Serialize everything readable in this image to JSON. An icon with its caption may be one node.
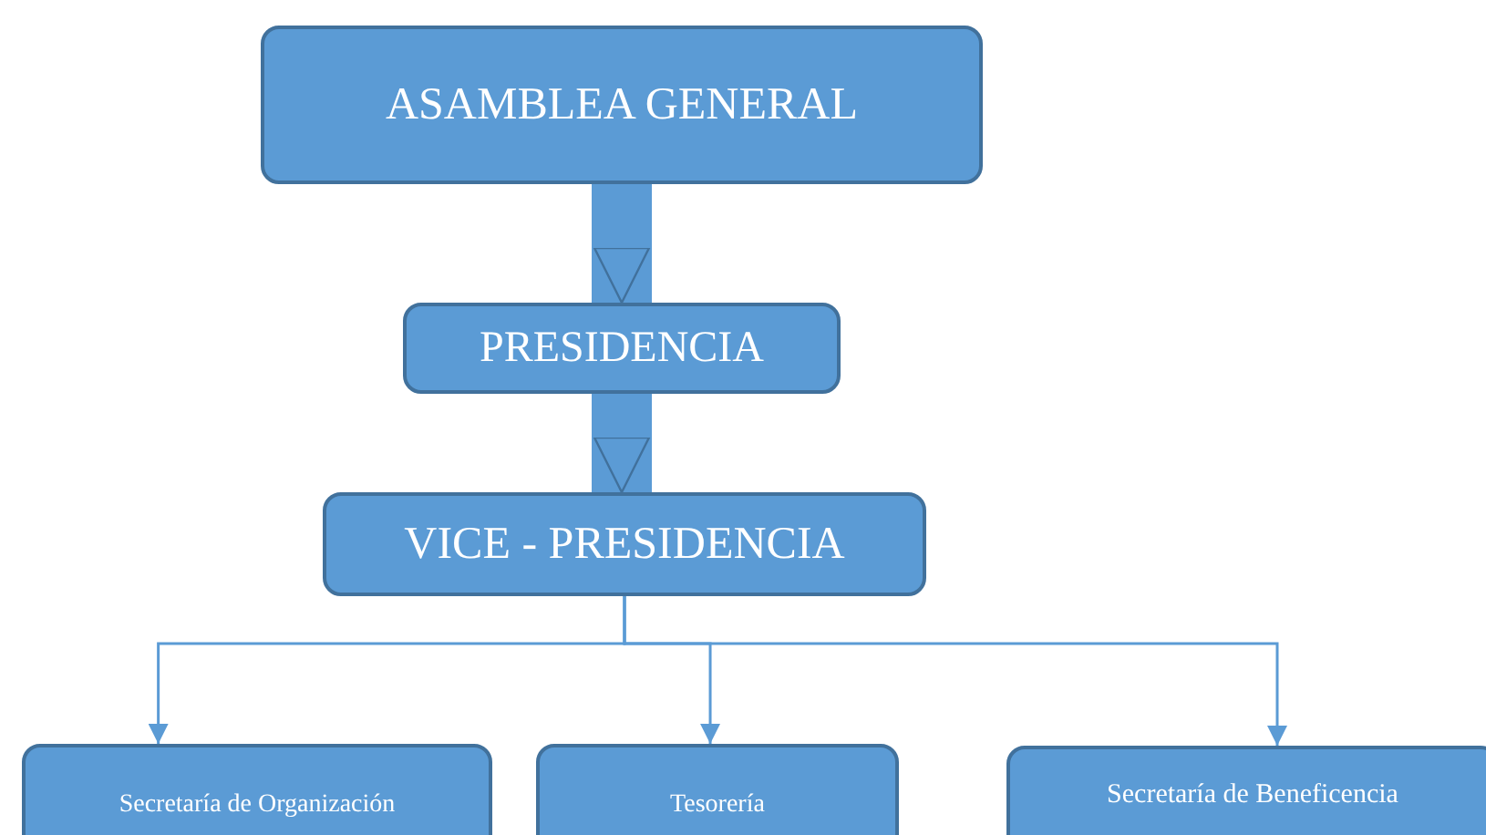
{
  "diagram": {
    "nodes": [
      {
        "text": [
          "ASAMBLEA GENERAL"
        ]
      },
      {
        "text": [
          "PRESIDENCIA"
        ]
      },
      {
        "text": [
          "VICE - PRESIDENCIA"
        ]
      },
      {
        "text": [
          "Secretaría de Organización"
        ]
      },
      {
        "text": [
          "Tesorería"
        ]
      },
      {
        "text": [
          "Secretaría de Beneficencia"
        ]
      }
    ],
    "edges": [
      {
        "from": 0,
        "to": 1,
        "arrow": "to",
        "style": "thick"
      },
      {
        "from": 1,
        "to": 2,
        "arrow": "to",
        "style": "thick"
      },
      {
        "from": 2,
        "to": 3,
        "arrow": "to"
      },
      {
        "from": 2,
        "to": 4,
        "arrow": "to"
      },
      {
        "from": 2,
        "to": 5,
        "arrow": "to"
      }
    ]
  }
}
